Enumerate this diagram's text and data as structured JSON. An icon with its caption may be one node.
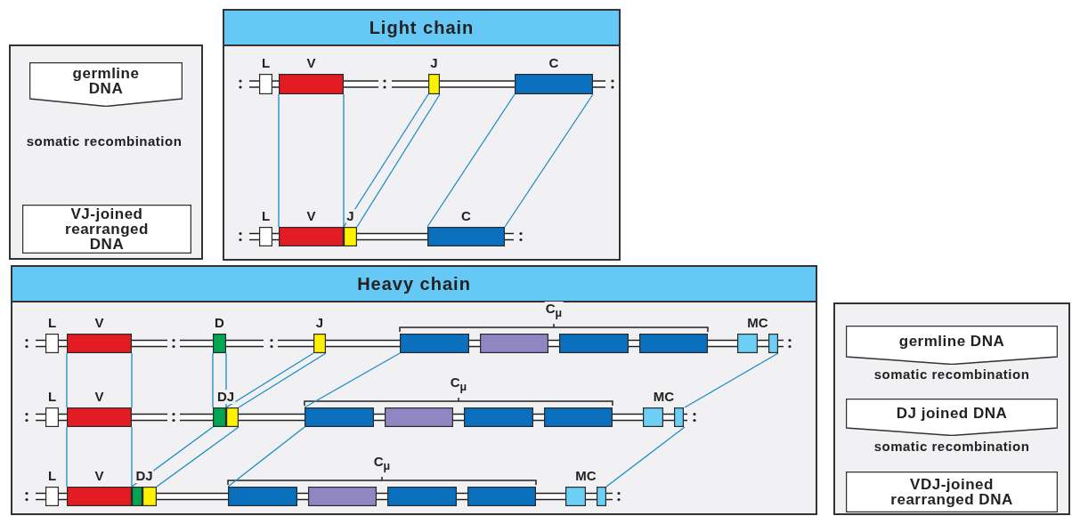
{
  "diagram": {
    "nodes": [
      {
        "text": [],
        "shape": "box"
      },
      {
        "text": [
          "germline DNA"
        ],
        "in": 0
      },
      {
        "text": [
          "VJ-joined rearranged DNA"
        ],
        "in": 0
      },
      {
        "text": [
          "Light chain"
        ]
      },
      {
        "text": [],
        "shape": "box",
        "in": 3,
        "beside": [
          "L"
        ]
      },
      {
        "text": [],
        "shape": "box",
        "in": 3,
        "beside": [
          "V"
        ]
      },
      {
        "text": [],
        "shape": "box",
        "in": 3,
        "beside": [
          "J"
        ]
      },
      {
        "text": [],
        "shape": "box",
        "in": 3,
        "beside": [
          "C"
        ]
      },
      {
        "text": [],
        "shape": "box",
        "in": 3,
        "beside": [
          "L"
        ]
      },
      {
        "text": [],
        "shape": "box",
        "in": 3,
        "beside": [
          "V"
        ]
      },
      {
        "text": [],
        "shape": "box",
        "in": 3,
        "beside": [
          "J"
        ]
      },
      {
        "text": [],
        "shape": "box",
        "in": 3,
        "beside": [
          "C"
        ]
      },
      {
        "text": [
          "Heavy chain"
        ]
      },
      {
        "text": [],
        "shape": "box",
        "in": 12,
        "beside": [
          "L"
        ]
      },
      {
        "text": [],
        "shape": "box",
        "in": 12,
        "beside": [
          "V"
        ]
      },
      {
        "text": [],
        "shape": "box",
        "in": 12,
        "beside": [
          "D"
        ]
      },
      {
        "text": [],
        "shape": "box",
        "in": 12,
        "beside": [
          "J"
        ]
      },
      {
        "text": [],
        "shape": "box",
        "in": 12,
        "beside": [
          "C$_{μ}$"
        ]
      },
      {
        "text": [],
        "shape": "box",
        "in": 12,
        "beside": [
          "MC"
        ]
      },
      {
        "text": [],
        "shape": "box",
        "in": 12,
        "beside": [
          "L"
        ]
      },
      {
        "text": [],
        "shape": "box",
        "in": 12,
        "beside": [
          "V"
        ]
      },
      {
        "text": [],
        "shape": "box",
        "in": 12,
        "beside": [
          "DJ"
        ]
      },
      {
        "text": [],
        "shape": "box",
        "in": 12,
        "beside": [
          "C$_{μ}$"
        ]
      },
      {
        "text": [],
        "shape": "box",
        "in": 12,
        "beside": [
          "MC"
        ]
      },
      {
        "text": [],
        "shape": "box",
        "in": 12,
        "beside": [
          "L"
        ]
      },
      {
        "text": [],
        "shape": "box",
        "in": 12,
        "beside": [
          "V"
        ]
      },
      {
        "text": [],
        "shape": "box",
        "in": 12,
        "beside": [
          "DJ"
        ]
      },
      {
        "text": [],
        "shape": "box",
        "in": 12,
        "beside": [
          "C$_{μ}$"
        ]
      },
      {
        "text": [],
        "shape": "box",
        "in": 12,
        "beside": [
          "MC"
        ]
      },
      {
        "text": [],
        "shape": "box"
      },
      {
        "text": [
          "germline DNA"
        ],
        "in": 29
      },
      {
        "text": [
          "DJ joined DNA"
        ],
        "in": 29
      },
      {
        "text": [
          "VDJ-joined rearranged DNA"
        ],
        "in": 29
      }
    ],
    "edges": [
      {
        "from": 5,
        "to": 9,
        "arrow": "none"
      },
      {
        "from": 5,
        "to": 9,
        "arrow": "none"
      },
      {
        "from": 6,
        "to": 10,
        "arrow": "none"
      },
      {
        "from": 6,
        "to": 10,
        "arrow": "none"
      },
      {
        "from": 7,
        "to": 11,
        "arrow": "none"
      },
      {
        "from": 7,
        "to": 11,
        "arrow": "none"
      },
      {
        "from": 14,
        "to": 20,
        "arrow": "none"
      },
      {
        "from": 14,
        "to": 20,
        "arrow": "none"
      },
      {
        "from": 15,
        "to": 21,
        "arrow": "none"
      },
      {
        "from": 15,
        "to": 21,
        "arrow": "none"
      },
      {
        "from": 16,
        "to": 21,
        "arrow": "none"
      },
      {
        "from": 16,
        "to": 21,
        "arrow": "none"
      },
      {
        "from": 17,
        "to": 22,
        "arrow": "none"
      },
      {
        "from": 18,
        "to": 23,
        "arrow": "none"
      },
      {
        "from": 20,
        "to": 25,
        "arrow": "none"
      },
      {
        "from": 20,
        "to": 25,
        "arrow": "none"
      },
      {
        "from": 21,
        "to": 26,
        "arrow": "none"
      },
      {
        "from": 21,
        "to": 26,
        "arrow": "none"
      },
      {
        "from": 22,
        "to": 27,
        "arrow": "none"
      },
      {
        "from": 23,
        "to": 28,
        "arrow": "none"
      }
    ],
    "labels": [
      "somatic recombination",
      "somatic recombination",
      "somatic recombination"
    ]
  }
}
